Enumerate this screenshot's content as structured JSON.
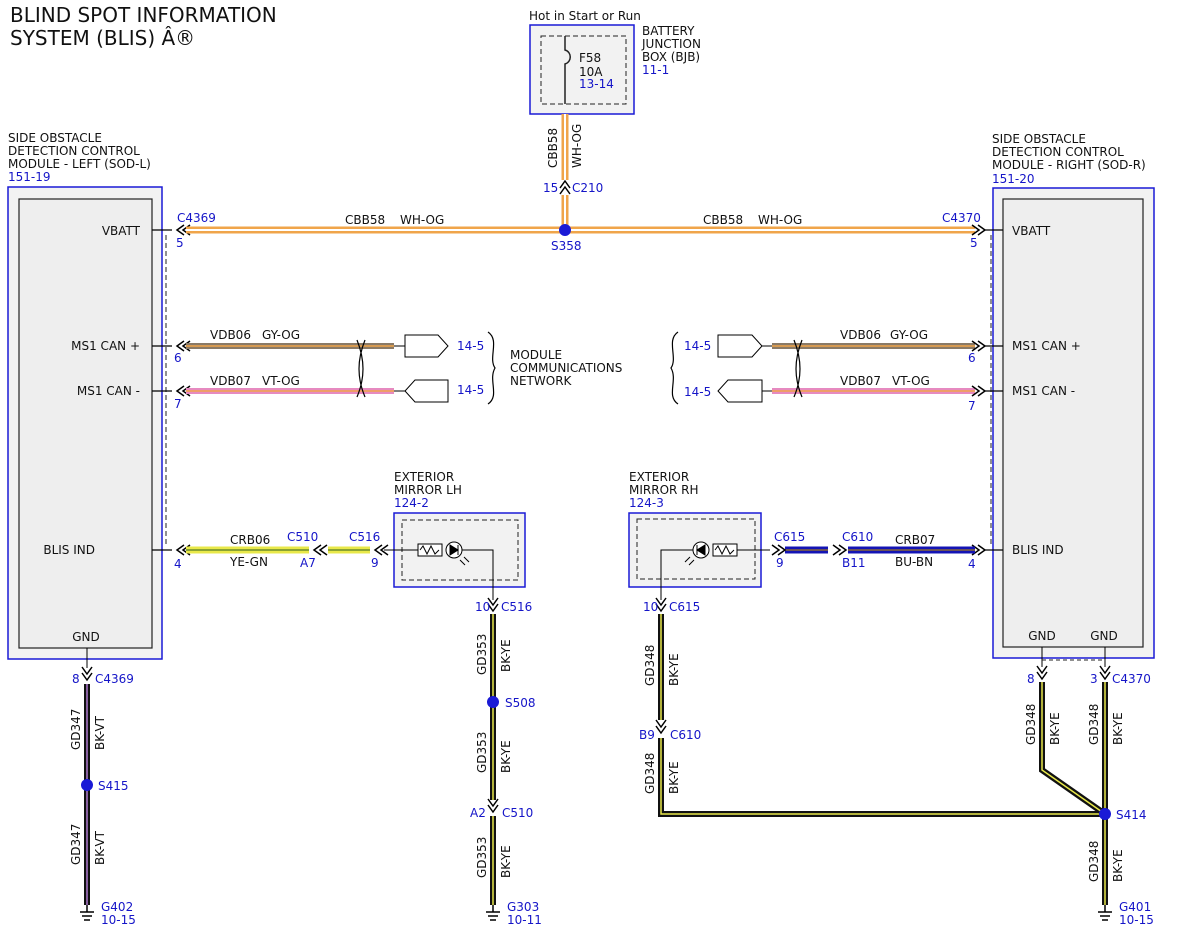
{
  "title": {
    "line1": "BLIND SPOT INFORMATION",
    "line2": "SYSTEM (BLIS) Â®"
  },
  "bjb": {
    "header": "Hot in Start or Run",
    "fuse": "F58",
    "amps": "10A",
    "fuse_ref": "13-14",
    "name1": "BATTERY",
    "name2": "JUNCTION",
    "name3": "BOX (BJB)",
    "ref": "11-1"
  },
  "sod_l": {
    "name1": "SIDE OBSTACLE",
    "name2": "DETECTION CONTROL",
    "name3": "MODULE - LEFT (SOD-L)",
    "ref": "151-19",
    "vbatt": "VBATT",
    "can_p": "MS1 CAN +",
    "can_m": "MS1 CAN -",
    "blis": "BLIS IND",
    "gnd": "GND"
  },
  "sod_r": {
    "name1": "SIDE OBSTACLE",
    "name2": "DETECTION CONTROL",
    "name3": "MODULE - RIGHT (SOD-R)",
    "ref": "151-20",
    "vbatt": "VBATT",
    "can_p": "MS1 CAN +",
    "can_m": "MS1 CAN -",
    "blis": "BLIS IND",
    "gnd1": "GND",
    "gnd2": "GND"
  },
  "mirror_lh": {
    "name1": "EXTERIOR",
    "name2": "MIRROR LH",
    "ref": "124-2"
  },
  "mirror_rh": {
    "name1": "EXTERIOR",
    "name2": "MIRROR RH",
    "ref": "124-3"
  },
  "network": {
    "line1": "MODULE",
    "line2": "COMMUNICATIONS",
    "line3": "NETWORK",
    "ref_p": "14-5",
    "ref_m": "14-5"
  },
  "wires": {
    "cbb58_top": {
      "circuit": "CBB58",
      "color": "WH-OG"
    },
    "cbb58_left": {
      "circuit": "CBB58",
      "color": "WH-OG"
    },
    "cbb58_right": {
      "circuit": "CBB58",
      "color": "WH-OG"
    },
    "vdb06_left": {
      "circuit": "VDB06",
      "color": "GY-OG"
    },
    "vdb07_left": {
      "circuit": "VDB07",
      "color": "VT-OG"
    },
    "vdb06_right": {
      "circuit": "VDB06",
      "color": "GY-OG"
    },
    "vdb07_right": {
      "circuit": "VDB07",
      "color": "VT-OG"
    },
    "crb06": {
      "circuit": "CRB06",
      "color": "YE-GN"
    },
    "crb07": {
      "circuit": "CRB07",
      "color": "BU-BN"
    },
    "gd347_a": {
      "circuit": "GD347",
      "color": "BK-VT"
    },
    "gd347_b": {
      "circuit": "GD347",
      "color": "BK-VT"
    },
    "gd353_a": {
      "circuit": "GD353",
      "color": "BK-YE"
    },
    "gd353_b": {
      "circuit": "GD353",
      "color": "BK-YE"
    },
    "gd353_c": {
      "circuit": "GD353",
      "color": "BK-YE"
    },
    "gd348_a": {
      "circuit": "GD348",
      "color": "BK-YE"
    },
    "gd348_b": {
      "circuit": "GD348",
      "color": "BK-YE"
    },
    "gd348_c": {
      "circuit": "GD348",
      "color": "BK-YE"
    },
    "gd348_d": {
      "circuit": "GD348",
      "color": "BK-YE"
    },
    "gd348_e": {
      "circuit": "GD348",
      "color": "BK-YE"
    }
  },
  "connectors": {
    "c210": {
      "name": "C210",
      "pin": "15"
    },
    "c4369_top": {
      "name": "C4369",
      "pin": "5"
    },
    "c4370_top": {
      "name": "C4370",
      "pin": "5"
    },
    "l_can_p_pin": "6",
    "l_can_m_pin": "7",
    "r_can_p_pin": "6",
    "r_can_m_pin": "7",
    "c510_l": {
      "name": "C510",
      "pin": "A7"
    },
    "c516_l": {
      "name": "C516",
      "pin": "9"
    },
    "l_blis_pin": "4",
    "c615_r": {
      "name": "C615",
      "pin": "9"
    },
    "c610_r": {
      "name": "C610",
      "pin": "B11"
    },
    "r_blis_pin": "4",
    "c4369_bot": {
      "name": "C4369",
      "pin": "8"
    },
    "c516_bot": {
      "name": "C516",
      "pin": "10"
    },
    "c510_bot": {
      "name": "C510",
      "pin": "A2"
    },
    "c615_bot": {
      "name": "C615",
      "pin": "10"
    },
    "c610_bot": {
      "name": "C610",
      "pin": "B9"
    },
    "c4370_bot": {
      "name": "C4370",
      "pin_a": "8",
      "pin_b": "3"
    }
  },
  "splices": {
    "s358": "S358",
    "s415": "S415",
    "s508": "S508",
    "s414": "S414"
  },
  "grounds": {
    "g402": {
      "name": "G402",
      "ref": "10-15"
    },
    "g303": {
      "name": "G303",
      "ref": "10-11"
    },
    "g401": {
      "name": "G401",
      "ref": "10-15"
    }
  },
  "colors": {
    "link_blue": "#1515c8",
    "box_blue": "#1a1ad6",
    "wire_orange": "#f0a54a",
    "wire_gray": "#8a7a66",
    "wire_pink": "#e68ac0",
    "wire_yellow": "#e8e84a",
    "wire_purple": "#8a4aa0",
    "wire_bu": "#1414b4"
  }
}
